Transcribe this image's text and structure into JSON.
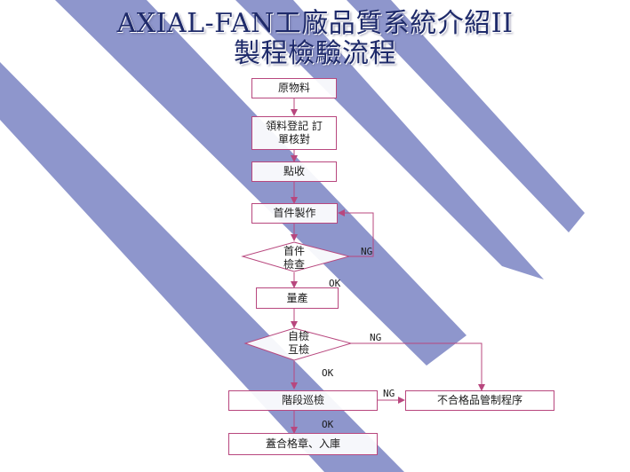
{
  "title": {
    "line1": "AXIAL-FAN工廠品質系統介紹II",
    "line2": "製程檢驗流程"
  },
  "flowchart": {
    "steps": {
      "raw_material": "原物料",
      "receiving_register": "領料登記  訂單核對",
      "count_receive": "點收",
      "first_article_make": "首件製作",
      "first_article_check_l1": "首件",
      "first_article_check_l2": "檢查",
      "mass_production": "量產",
      "self_check_l1": "自檢",
      "self_check_l2": "互檢",
      "stage_patrol": "階段巡檢",
      "stamp_storage": "蓋合格章、入庫",
      "nonconforming": "不合格品管制程序"
    },
    "labels": {
      "ng1": "NG",
      "ok1": "OK",
      "ng2": "NG",
      "ok2": "OK",
      "ng3": "NG",
      "ok3": "OK"
    }
  },
  "colors": {
    "stripe": "#8e96cc",
    "connector": "#b8477e",
    "title": "#1e2a6a"
  }
}
